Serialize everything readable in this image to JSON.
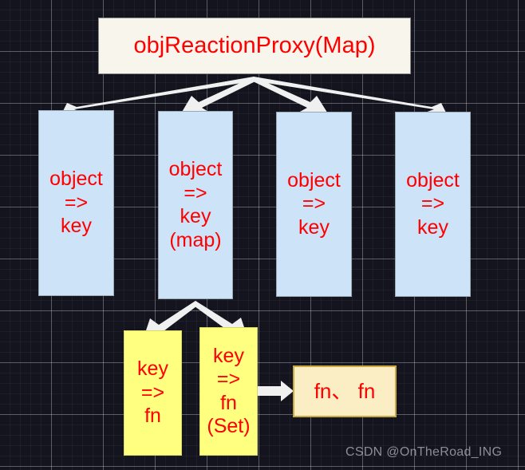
{
  "diagram": {
    "title_node": {
      "label": "objReactionProxy(Map)"
    },
    "level2": [
      {
        "name": "object-key-box-1",
        "lines": [
          "object",
          "=>",
          "key"
        ]
      },
      {
        "name": "object-key-map-box",
        "lines": [
          "object",
          "=>",
          "key",
          "(map)"
        ]
      },
      {
        "name": "object-key-box-3",
        "lines": [
          "object",
          "=>",
          "key"
        ]
      },
      {
        "name": "object-key-box-4",
        "lines": [
          "object",
          "=>",
          "key"
        ]
      }
    ],
    "level3": [
      {
        "name": "key-fn-box",
        "lines": [
          "key",
          "=>",
          "fn"
        ]
      },
      {
        "name": "key-fn-set-box",
        "lines": [
          "key",
          "=>",
          "fn",
          "(Set)"
        ]
      }
    ],
    "level4": {
      "name": "fn-list-box",
      "label": "fn、 fn"
    },
    "watermark": "CSDN @OnTheRoad_ING",
    "colors": {
      "text": "#ff0000",
      "root_fill": "#f8f5ec",
      "blue_fill": "#cde3f8",
      "yellow_fill": "#ffff80",
      "cream_fill": "#fbeec4",
      "cream_border": "#c9a93f",
      "arrow": "#f0f0f0",
      "background": "#14141f"
    }
  }
}
